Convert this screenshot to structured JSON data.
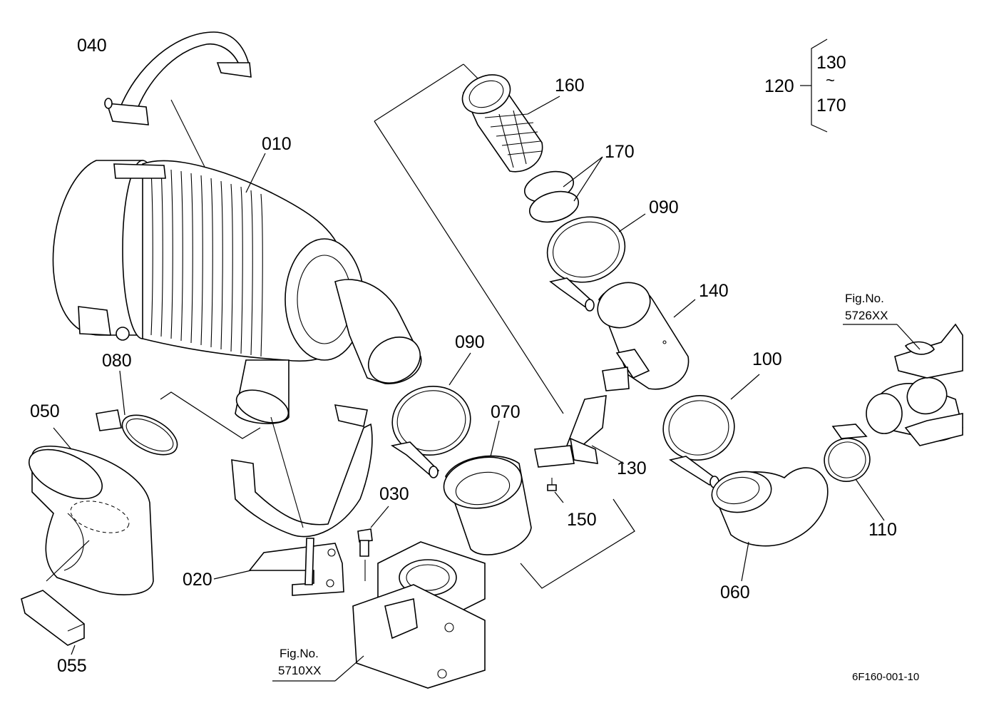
{
  "diagram": {
    "parts": {
      "p010": "010",
      "p020": "020",
      "p030": "030",
      "p040": "040",
      "p050": "050",
      "p055": "055",
      "p060": "060",
      "p070": "070",
      "p080": "080",
      "p090a": "090",
      "p090b": "090",
      "p100": "100",
      "p110": "110",
      "p120": "120",
      "p130": "130",
      "p140": "140",
      "p150": "150",
      "p160": "160",
      "p170": "170"
    },
    "group_bracket": {
      "from": "130",
      "tilde": "~",
      "to": "170"
    },
    "references": [
      {
        "line1": "Fig.No.",
        "line2": "5726XX"
      },
      {
        "line1": "Fig.No.",
        "line2": "5710XX"
      }
    ],
    "drawing_code": "6F160-001-10"
  }
}
